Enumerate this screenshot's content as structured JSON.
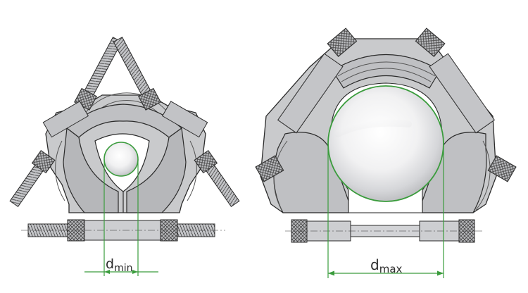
{
  "diagram": {
    "left": {
      "label_main": "d",
      "label_sub": "min"
    },
    "right": {
      "label_main": "d",
      "label_sub": "max"
    }
  },
  "colors": {
    "metal_fill": "#c9cacc",
    "metal_light": "#dcdde0",
    "metal_dark": "#a8aaad",
    "outline": "#2b2b2b",
    "dimension_green": "#3a9c3c",
    "centerline": "#333333"
  },
  "icons": {
    "left_ball": "ball-icon",
    "right_ball": "ball-icon"
  }
}
